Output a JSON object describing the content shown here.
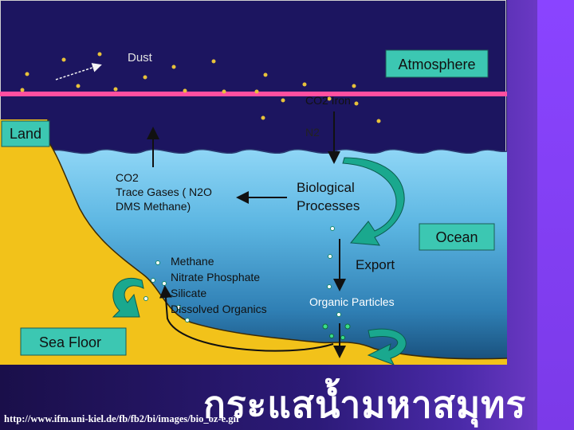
{
  "diagram": {
    "labels": {
      "dust": "Dust",
      "atmosphere": "Atmosphere",
      "co2_iron": "CO2 Iron",
      "n2": "N2",
      "land": "Land",
      "ocean_gases_co2": "CO2",
      "trace_gases": "Trace Gases ( N2O",
      "dms_methane": "DMS  Methane)",
      "biological_1": "Biological",
      "biological_2": "Processes",
      "ocean": "Ocean",
      "export": "Export",
      "methane": "Methane",
      "nitrate_phosphate": "Nitrate Phosphate",
      "silicate": "Silicate",
      "dissolved_organics": "Dissolved Organics",
      "organic_particles": "Organic Particles",
      "sea_floor": "Sea Floor"
    },
    "colors": {
      "sky": "#1c1560",
      "ocean_top": "#7fd1f4",
      "ocean_bottom": "#1a5a86",
      "land": "#f2c21a",
      "label_box": "#3cc7b2",
      "atmosphere_line": "#ff4fa0",
      "arrow_teal": "#1aa88e"
    }
  },
  "slide": {
    "title": "กระแสน้ำมหาสมุทร",
    "source_url": "http://www.ifm.uni-kiel.de/fb/fb2/bi/images/bio_oz-e.gif"
  }
}
